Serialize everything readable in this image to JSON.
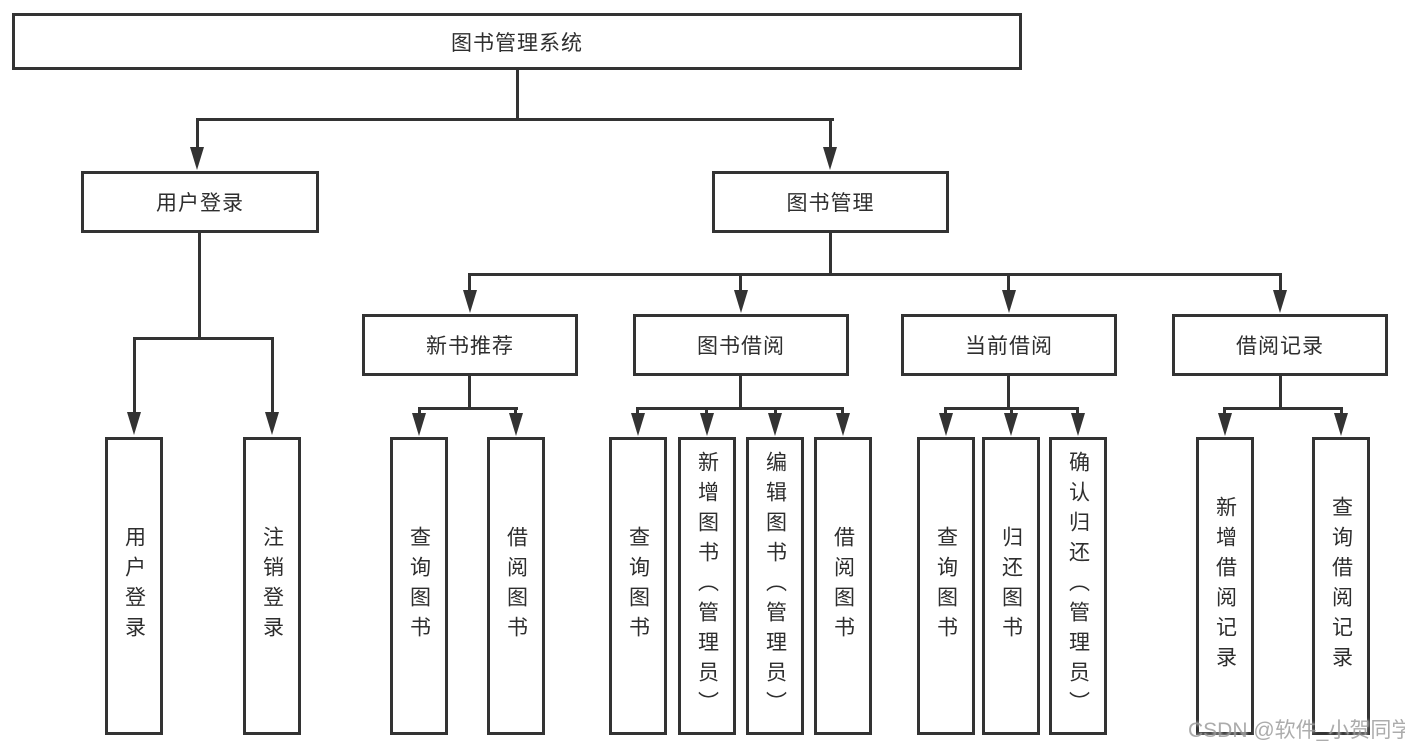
{
  "tree": {
    "root": "图书管理系统",
    "branches": [
      {
        "label": "用户登录",
        "children": [
          {
            "label": "用户登录"
          },
          {
            "label": "注销登录"
          }
        ]
      },
      {
        "label": "图书管理",
        "children": [
          {
            "label": "新书推荐",
            "children": [
              {
                "label": "查询图书"
              },
              {
                "label": "借阅图书"
              }
            ]
          },
          {
            "label": "图书借阅",
            "children": [
              {
                "label": "查询图书"
              },
              {
                "label": "新增图书（管理员）"
              },
              {
                "label": "编辑图书（管理员）"
              },
              {
                "label": "借阅图书"
              }
            ]
          },
          {
            "label": "当前借阅",
            "children": [
              {
                "label": "查询图书"
              },
              {
                "label": "归还图书"
              },
              {
                "label": "确认归还（管理员）"
              }
            ]
          },
          {
            "label": "借阅记录",
            "children": [
              {
                "label": "新增借阅记录"
              },
              {
                "label": "查询借阅记录"
              }
            ]
          }
        ]
      }
    ]
  },
  "watermark": "CSDN @软件_小贺同学",
  "colors": {
    "line": "#333333",
    "text": "#2e2e2e",
    "watermark": "#9e9e9e",
    "bg": "#ffffff"
  }
}
